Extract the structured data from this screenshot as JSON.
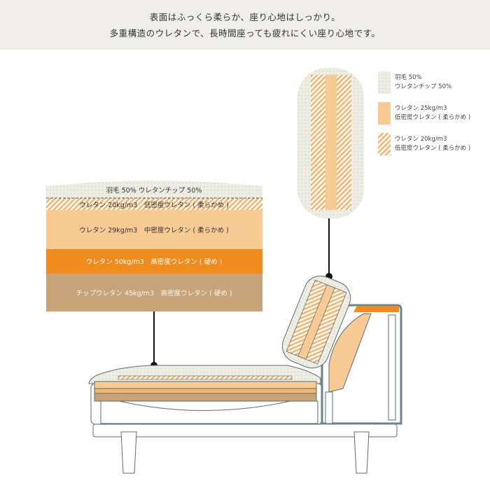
{
  "header": {
    "line1": "表面はふっくら柔らか、座り心地はしっかり。",
    "line2": "多重構造のウレタンで、長時間座っても疲れにくい座り心地です。"
  },
  "layers": [
    {
      "label": "羽毛 50% ウレタンチップ 50%",
      "color": "#efeee4"
    },
    {
      "label": "ウレタン 20kg/m3　低密度ウレタン ( 柔らかめ )",
      "color": "#f6b36a"
    },
    {
      "label": "ウレタン 29kg/m3　中密度ウレタン ( 柔らかめ )",
      "color": "#f8cb95"
    },
    {
      "label": "ウレタン 50kg/m3　高密度ウレタン ( 硬め )",
      "color": "#f08c1e"
    },
    {
      "label": "チップウレタン 45kg/m3　高密度ウレタン ( 硬め )",
      "color": "#c8a47a"
    }
  ],
  "legend": [
    {
      "line1": "羽毛 50%",
      "line2": "ウレタンチップ 50%",
      "icon": "dots"
    },
    {
      "line1": "ウレタン 25kg/m3",
      "line2": "低密度ウレタン ( 柔らかめ )",
      "icon": "solid"
    },
    {
      "line1": "ウレタン 20kg/m3",
      "line2": "低密度ウレタン ( 柔らかめ )",
      "icon": "hatch"
    }
  ]
}
